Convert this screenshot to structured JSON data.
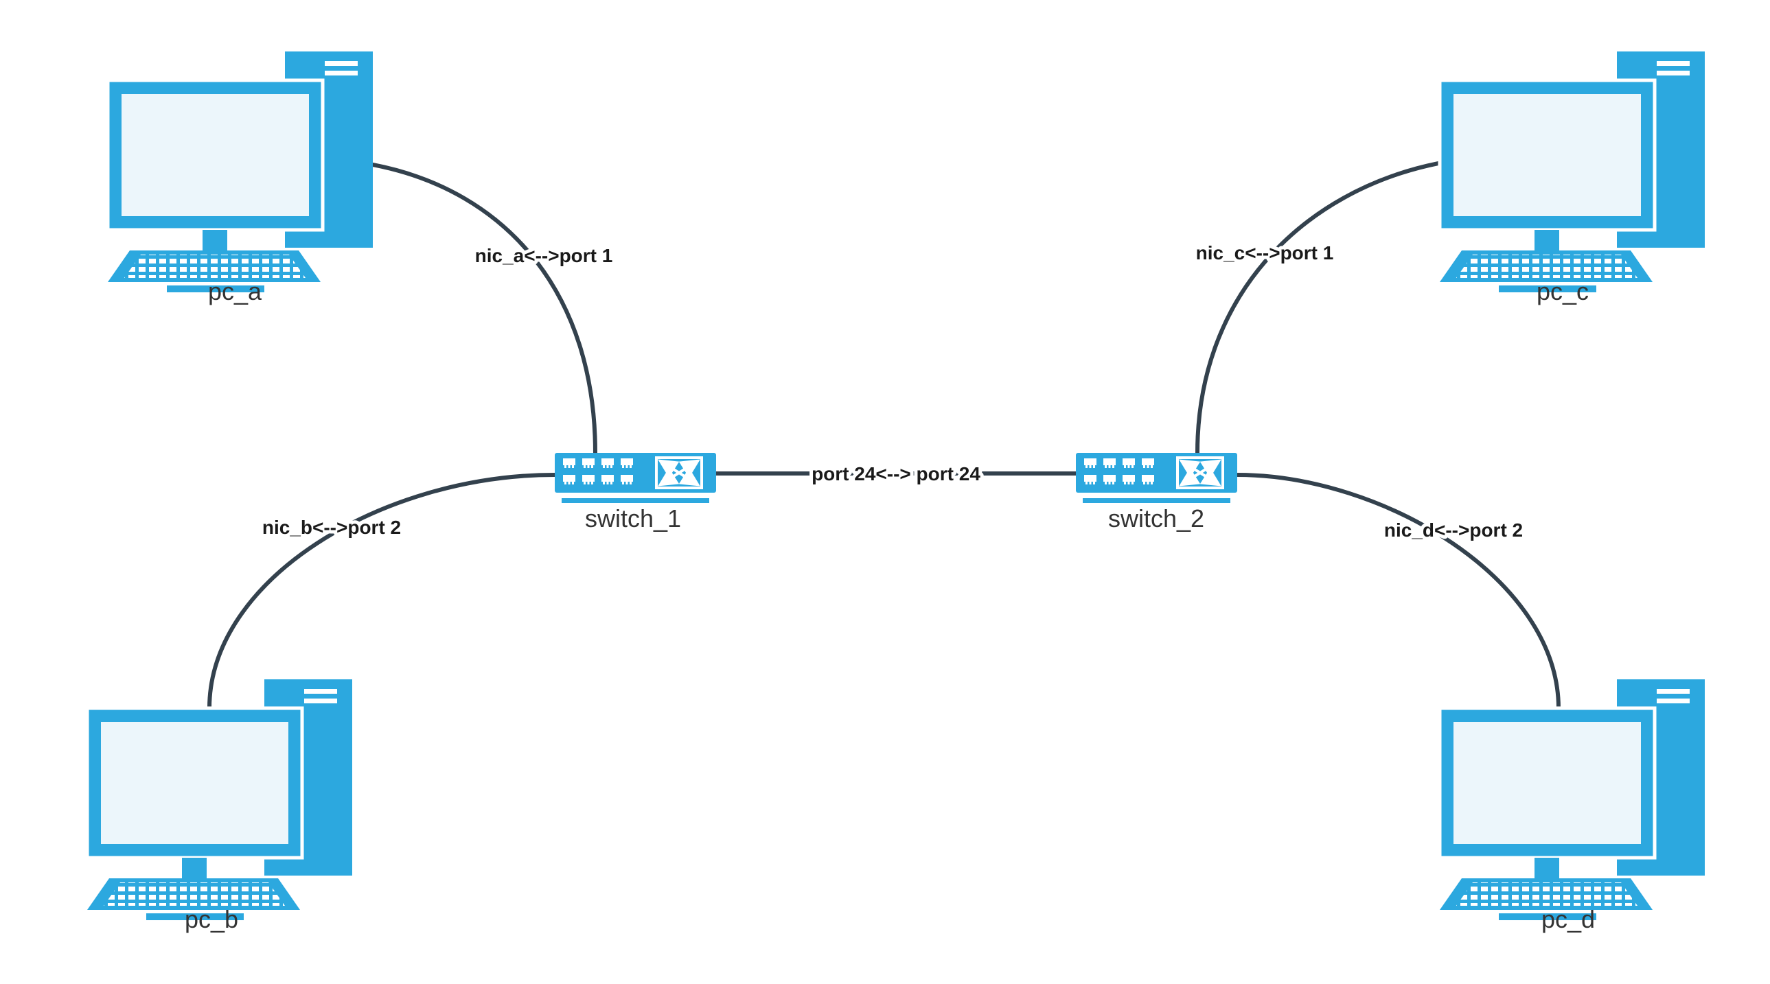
{
  "diagram": {
    "type": "network-topology",
    "nodes": {
      "pc_a": {
        "label": "pc_a",
        "kind": "pc"
      },
      "pc_b": {
        "label": "pc_b",
        "kind": "pc"
      },
      "pc_c": {
        "label": "pc_c",
        "kind": "pc"
      },
      "pc_d": {
        "label": "pc_d",
        "kind": "pc"
      },
      "switch_1": {
        "label": "switch_1",
        "kind": "switch"
      },
      "switch_2": {
        "label": "switch_2",
        "kind": "switch"
      }
    },
    "edges": {
      "pc_a_switch_1": {
        "from": "pc_a",
        "to": "switch_1",
        "label": "nic_a<-->port 1"
      },
      "pc_b_switch_1": {
        "from": "pc_b",
        "to": "switch_1",
        "label": "nic_b<-->port 2"
      },
      "pc_c_switch_2": {
        "from": "pc_c",
        "to": "switch_2",
        "label": "nic_c<-->port 1"
      },
      "pc_d_switch_2": {
        "from": "pc_d",
        "to": "switch_2",
        "label": "nic_d<-->port 2"
      },
      "switch_1_switch_2": {
        "from": "switch_1",
        "to": "switch_2",
        "label": "port 24<--> port 24"
      }
    },
    "colors": {
      "node_fill": "#2CA8DF",
      "screen_fill": "#ECF6FB",
      "edge_stroke": "#33414D",
      "node_label": "#333333",
      "edge_label": "#1A1A1A",
      "background": "#FFFFFF"
    }
  }
}
